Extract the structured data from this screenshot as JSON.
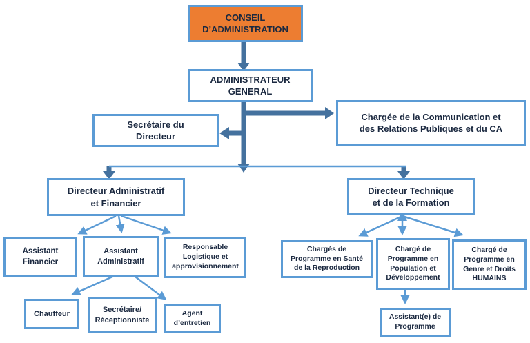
{
  "palette": {
    "box_border": "#5B9BD5",
    "thin_connector": "#5B9BD5",
    "thick_connector": "#44719E",
    "top_box_fill": "#ED7D31",
    "text": "#1b2940"
  },
  "nodes": {
    "conseil": "CONSEIL D’ADMINISTRATION",
    "admin_general": "ADMINISTRATEUR GENERAL",
    "secretaire_directeur": "Secrétaire du Directeur",
    "chargee_communication": "Chargée de la Communication et des Relations Publiques et du CA",
    "directeur_admin_financier": "Directeur Administratif et Financier",
    "directeur_technique": "Directeur Technique et de la Formation",
    "assistant_financier": "Assistant Financier",
    "assistant_administratif": "Assistant Administratif",
    "responsable_logistique": "Responsable Logistique et approvisionnement",
    "chauffeur": "Chauffeur",
    "secretaire_receptionniste": "Secrétaire/ Réceptionniste",
    "agent_entretien": "Agent d’entretien",
    "charge_programme_sante": "Chargés de Programme en Santé de la Reproduction",
    "charge_programme_population": "Chargé de Programme en Population et Développement",
    "charge_programme_genre": "Chargé de Programme en Genre et Droits HUMAINS",
    "assistant_programme": "Assistant(e) de Programme"
  },
  "edges": [
    {
      "from": "conseil",
      "to": "admin_general"
    },
    {
      "from": "admin_general",
      "to": "secretaire_directeur"
    },
    {
      "from": "admin_general",
      "to": "chargee_communication"
    },
    {
      "from": "admin_general",
      "to": "directeur_admin_financier"
    },
    {
      "from": "admin_general",
      "to": "directeur_technique"
    },
    {
      "from": "directeur_admin_financier",
      "to": "assistant_financier"
    },
    {
      "from": "directeur_admin_financier",
      "to": "assistant_administratif"
    },
    {
      "from": "directeur_admin_financier",
      "to": "responsable_logistique"
    },
    {
      "from": "assistant_administratif",
      "to": "chauffeur"
    },
    {
      "from": "assistant_administratif",
      "to": "agent_entretien"
    },
    {
      "from": "directeur_technique",
      "to": "charge_programme_sante"
    },
    {
      "from": "directeur_technique",
      "to": "charge_programme_population"
    },
    {
      "from": "directeur_technique",
      "to": "charge_programme_genre"
    },
    {
      "from": "charge_programme_population",
      "to": "assistant_programme"
    }
  ]
}
